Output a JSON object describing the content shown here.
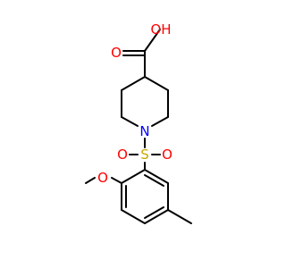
{
  "molecule": {
    "atoms": {
      "carboxyl_oh": {
        "label": "OH",
        "color": "#ff0000"
      },
      "carbonyl_o": {
        "label": "O",
        "color": "#ff0000"
      },
      "ring_n": {
        "label": "N",
        "color": "#0000ff"
      },
      "sulfur": {
        "label": "S",
        "color": "#c8a800"
      },
      "sulfonyl_o_left": {
        "label": "O",
        "color": "#ff0000"
      },
      "sulfonyl_o_right": {
        "label": "O",
        "color": "#ff0000"
      },
      "methoxy_o": {
        "label": "O",
        "color": "#ff0000"
      }
    }
  }
}
